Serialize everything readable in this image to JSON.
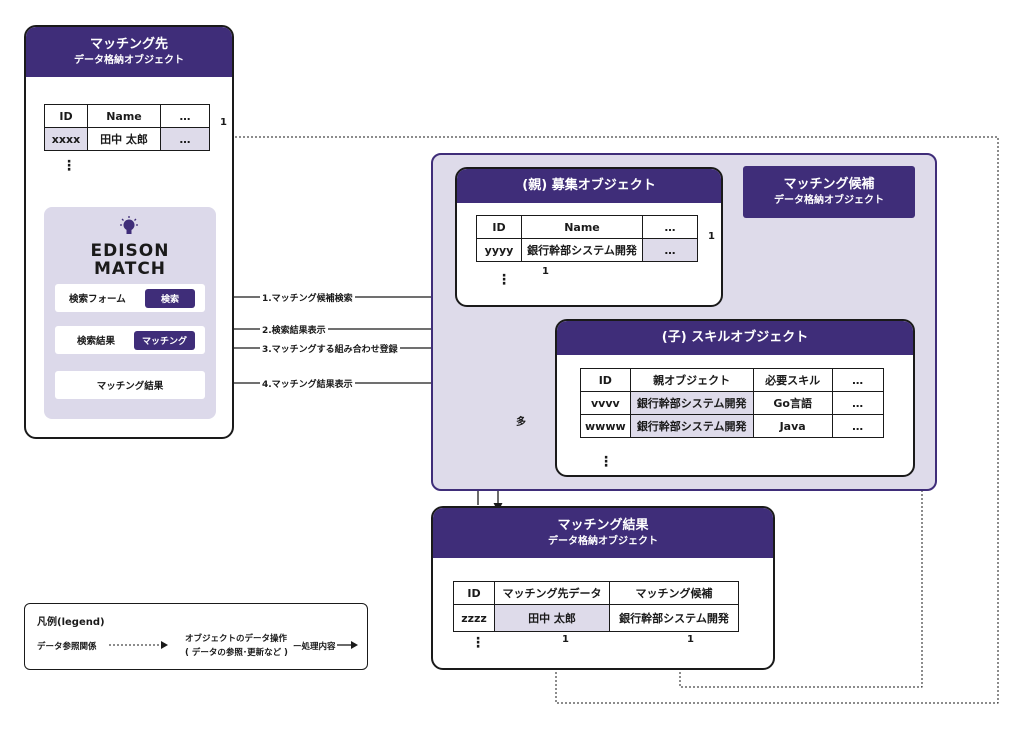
{
  "matching_target": {
    "title": "マッチング先",
    "subtitle": "データ格納オブジェクト",
    "table": {
      "headers": [
        "ID",
        "Name",
        "…"
      ],
      "row": [
        "xxxx",
        "田中 太郎",
        "…"
      ]
    },
    "more": "⋮",
    "app": {
      "logo_line1": "EDISON",
      "logo_line2": "MATCH",
      "search_form_label": "検索フォーム",
      "search_button": "検索",
      "search_result_label": "検索結果",
      "matching_button": "マッチング",
      "matching_result_label": "マッチング結果"
    }
  },
  "candidate_group": {
    "title": "マッチング候補",
    "subtitle": "データ格納オブジェクト"
  },
  "recruit_object": {
    "title": "(親) 募集オブジェクト",
    "table": {
      "headers": [
        "ID",
        "Name",
        "…"
      ],
      "row": [
        "yyyy",
        "銀行幹部システム開発",
        "…"
      ]
    },
    "more": "⋮"
  },
  "skill_object": {
    "title": "(子) スキルオブジェクト",
    "table": {
      "headers": [
        "ID",
        "親オブジェクト",
        "必要スキル",
        "…"
      ],
      "rows": [
        [
          "vvvv",
          "銀行幹部システム開発",
          "Go言語",
          "…"
        ],
        [
          "wwww",
          "銀行幹部システム開発",
          "Java",
          "…"
        ]
      ]
    },
    "more": "⋮"
  },
  "matching_result": {
    "title": "マッチング結果",
    "subtitle": "データ格納オブジェクト",
    "table": {
      "headers": [
        "ID",
        "マッチング先データ",
        "マッチング候補"
      ],
      "row": [
        "zzzz",
        "田中 太郎",
        "銀行幹部システム開発"
      ]
    },
    "more": "⋮"
  },
  "arrows": {
    "a1": "1.マッチング候補検索",
    "a2": "2.検索結果表示",
    "a3": "3.マッチングする組み合わせ登録",
    "a4": "4.マッチング結果表示"
  },
  "cardinality": {
    "one_a": "1",
    "one_b": "1",
    "one_c": "1",
    "one_d": "1",
    "one_e": "1",
    "many": "多"
  },
  "legend": {
    "title": "凡例(legend)",
    "data_ref": "データ参照関係",
    "op_line1": "オブジェクトのデータ操作",
    "op_line2": "( データの参照･更新など )",
    "process": "ー処理内容"
  },
  "colors": {
    "primary": "#3f2d79",
    "group_bg": "#dedbea",
    "light_panel": "#dcd9ea"
  }
}
